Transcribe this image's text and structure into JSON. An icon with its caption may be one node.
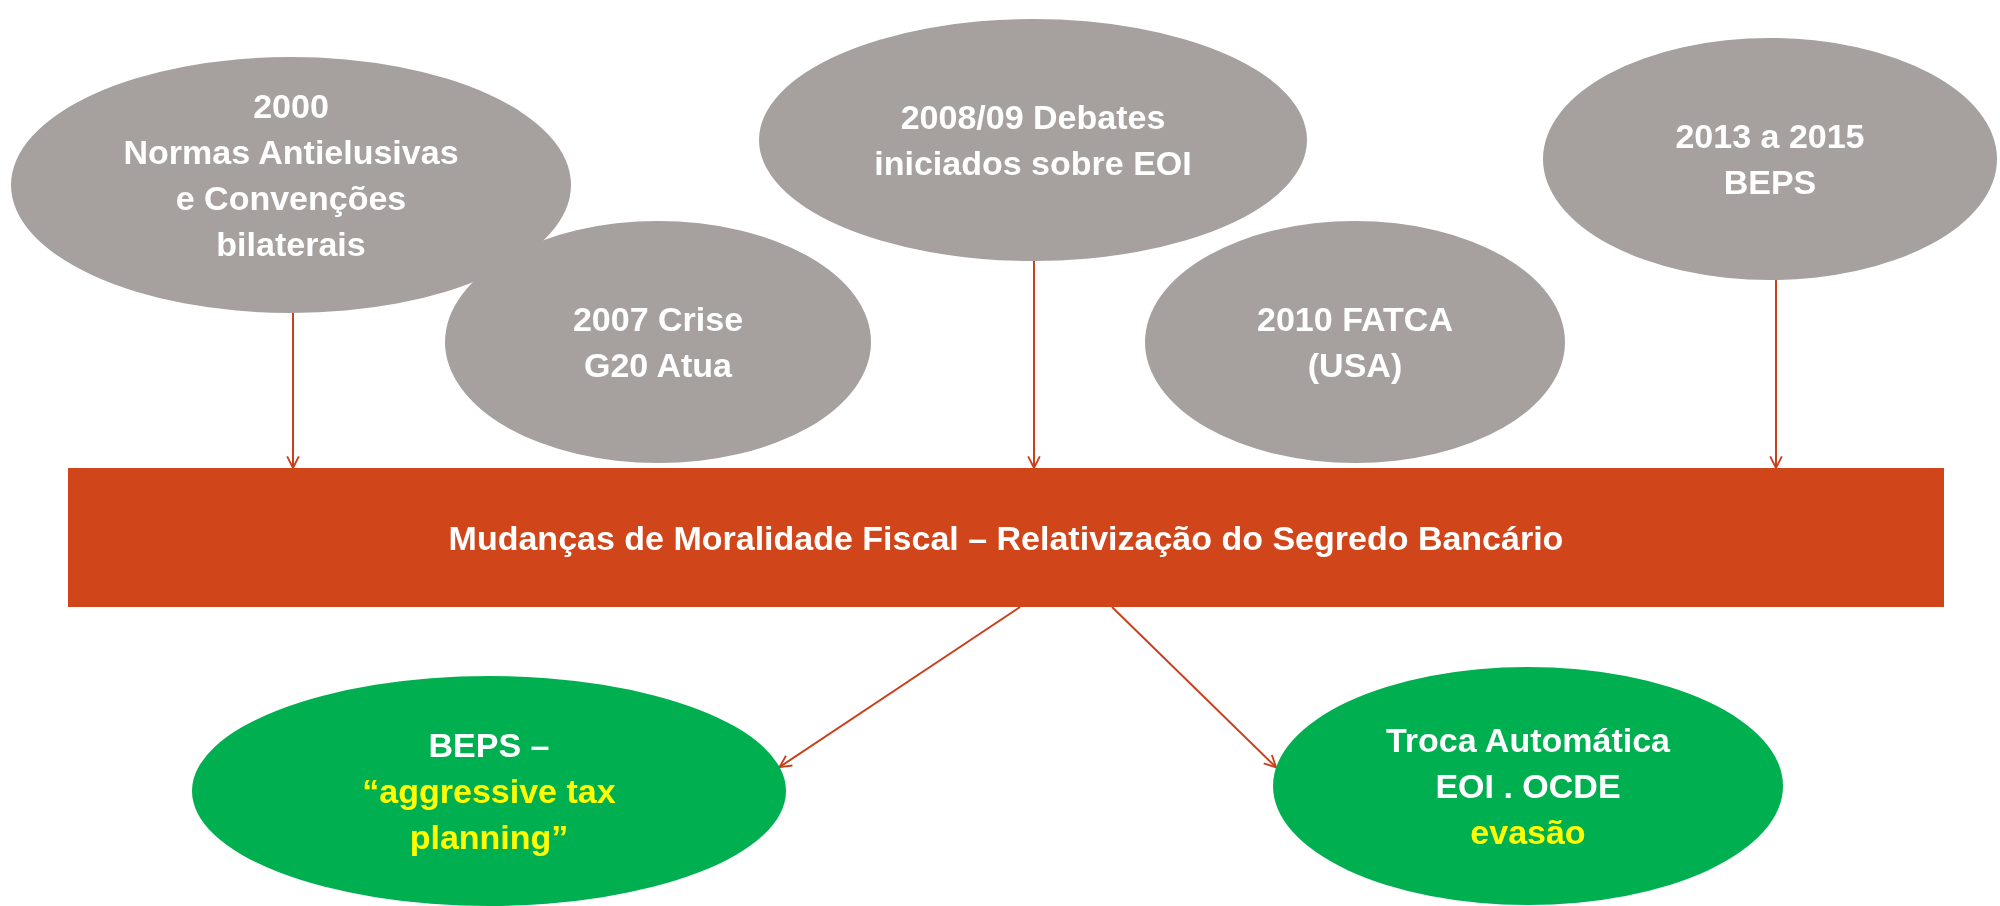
{
  "diagram": {
    "nodes": [
      {
        "text": [
          "2000",
          "Normas Antielusivas e Convenções bilaterais"
        ]
      },
      {
        "text": [
          "2007 Crise G20 Atua"
        ]
      },
      {
        "text": [
          "2008/09 Debates iniciados sobre EOI"
        ]
      },
      {
        "text": [
          "2010 FATCA (USA)"
        ]
      },
      {
        "text": [
          "2013 a 2015 BEPS"
        ]
      },
      {
        "text": [
          "Mudanças de Moralidade Fiscal – Relativização do Segredo Bancário"
        ]
      },
      {
        "text": [
          "BEPS –",
          "“aggressive tax planning”"
        ]
      },
      {
        "text": [
          "Troca Automática EOI . OCDE",
          "evasão"
        ]
      }
    ],
    "edges": [
      {
        "from": 0,
        "to": 5,
        "arrow": "to"
      },
      {
        "from": 2,
        "to": 5,
        "arrow": "to"
      },
      {
        "from": 4,
        "to": 5,
        "arrow": "to"
      },
      {
        "from": 5,
        "to": 6,
        "arrow": "to"
      },
      {
        "from": 5,
        "to": 7,
        "arrow": "to"
      }
    ]
  }
}
